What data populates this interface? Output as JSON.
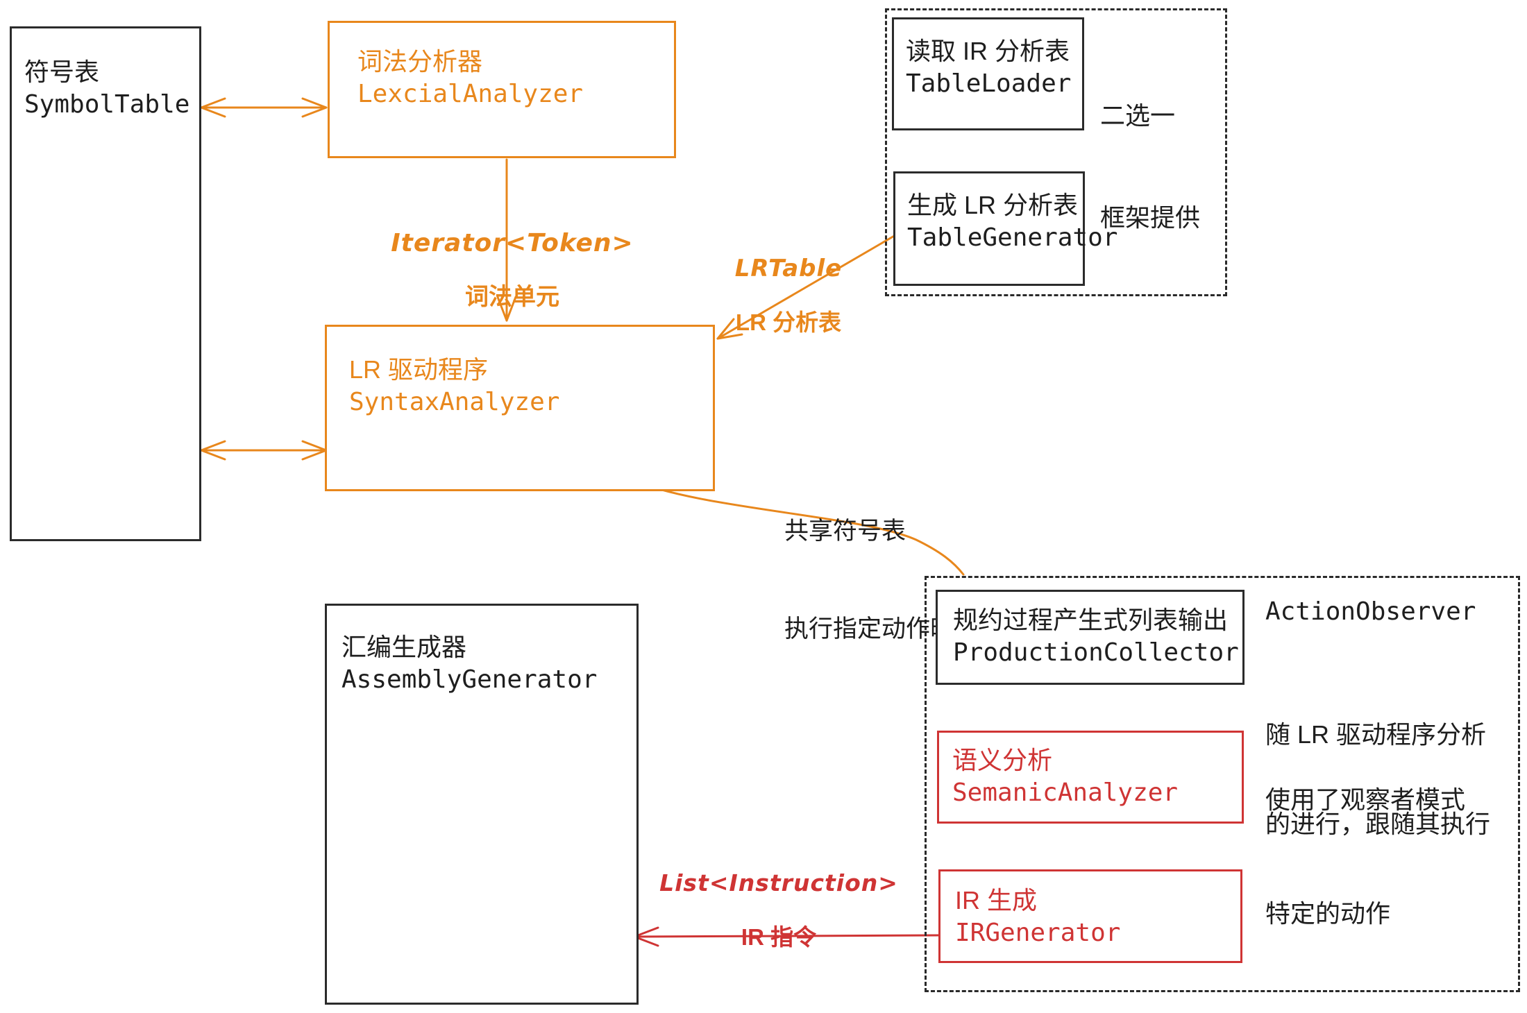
{
  "colors": {
    "orange": "#e8871c",
    "red": "#cf3434",
    "ink": "#1e1e1e"
  },
  "nodes": {
    "symbol_table": {
      "zh": "符号表",
      "code": "SymbolTable"
    },
    "lexical_analyzer": {
      "zh": "词法分析器",
      "code": "LexcialAnalyzer"
    },
    "table_loader": {
      "zh": "读取 IR 分析表",
      "code": "TableLoader"
    },
    "table_generator": {
      "zh": "生成 LR 分析表",
      "code": "TableGenerator"
    },
    "syntax_analyzer": {
      "zh": "LR 驱动程序",
      "code": "SyntaxAnalyzer"
    },
    "assembly_generator": {
      "zh": "汇编生成器",
      "code": "AssemblyGenerator"
    },
    "production_collector": {
      "zh": "规约过程产生式列表输出",
      "code": "ProductionCollector"
    },
    "semantic_analyzer": {
      "zh": "语义分析",
      "code": "SemanicAnalyzer"
    },
    "ir_generator": {
      "zh": "IR 生成",
      "code": "IRGenerator"
    }
  },
  "annotations": {
    "choose_one": {
      "line1": "二选一",
      "line2": "框架提供"
    },
    "token_stream": {
      "code": "Iterator<Token>",
      "zh": "词法单元"
    },
    "lr_table": {
      "code": "LRTable",
      "zh": "LR 分析表"
    },
    "shared_symbol": {
      "line1": "共享符号表",
      "line2": "执行指定动作时调用"
    },
    "action_observer": {
      "title": "ActionObserver",
      "para1_line1": "随 LR 驱动程序分析",
      "para1_line2": "的进行，跟随其执行",
      "para1_line3": "特定的动作",
      "para2": "使用了观察者模式"
    },
    "ir_instructions": {
      "code": "List<Instruction>",
      "zh": "IR 指令"
    }
  }
}
